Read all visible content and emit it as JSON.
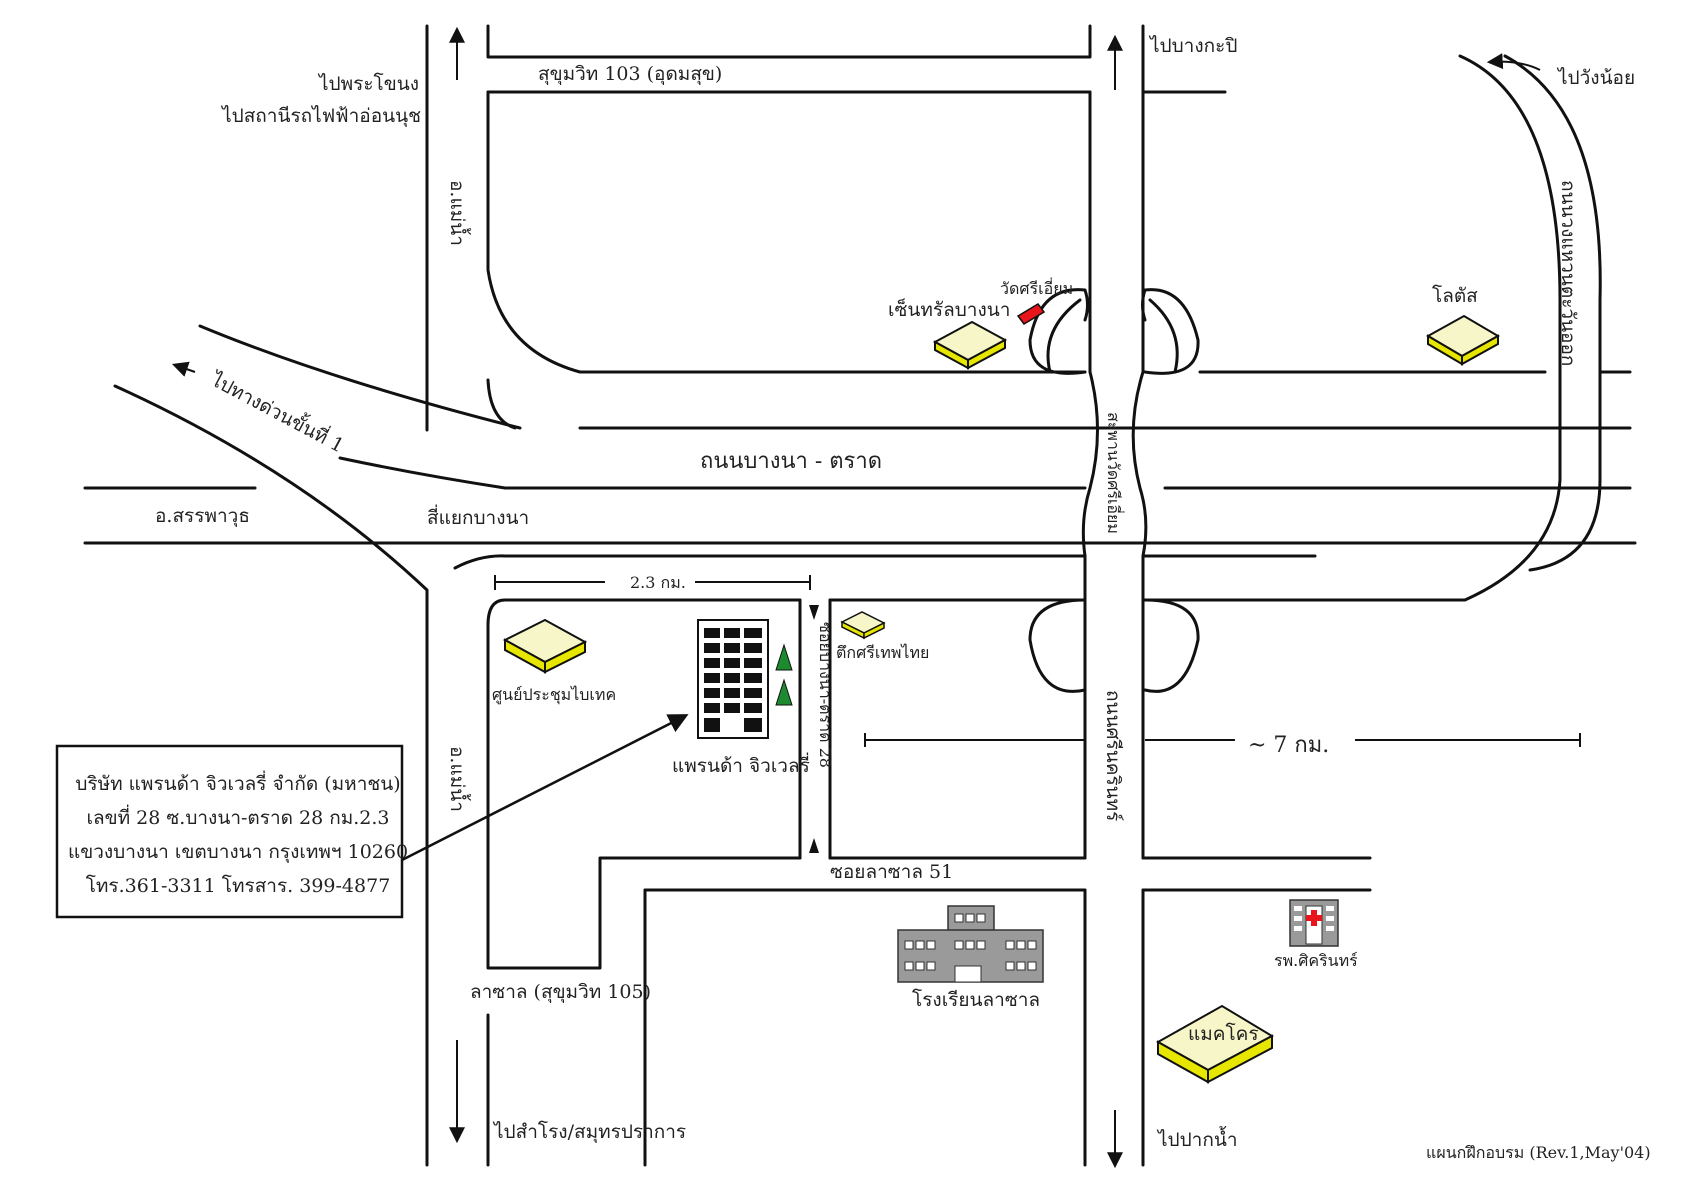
{
  "labels": {
    "to_phra_khanong": "ไปพระโขนง",
    "to_on_nut_station": "ไปสถานีรถไฟฟ้าอ่อนนุช",
    "sukhumvit_103": "สุขุมวิท 103 (อุดมสุข)",
    "to_bang_kapi": "ไปบางกะปิ",
    "to_wang_noi": "ไปวังน้อย",
    "eastern_ring_road": "ถนนวงแหวนตะวันออก",
    "lotus": "โลตัส",
    "central_bangna": "เซ็นทรัลบางนา",
    "wat_si_iam": "วัดศรีเอี่ยม",
    "to_expressway_1": "ไปทางด่วนขั้นที่ 1",
    "bangna_trat_road": "ถนนบางนา - ตราด",
    "wat_si_iam_bridge": "สะพานวัดศรีเอี่ยม",
    "amphoe_samrong": "อ.สรรพาวุธ",
    "bangna_intersection": "สี่แยกบางนา",
    "distance_2_3": "2.3 กม.",
    "soi_bangna_trat_28": "ซอยบางนา-ตราด 28",
    "srithepthai_building": "ตึกศรีเทพไทย",
    "bitec": "ศูนย์ประชุมไบเทค",
    "pranda_jewelry": "แพรนด้า จิวเวลรี่",
    "si_nakharin_road": "ถนนศรีนครินทร์",
    "distance_7": "~ 7 กม.",
    "soi_lasalle_51": "ซอยลาซาล 51",
    "lasalle_sukhumvit_105": "ลาซาล (สุขุมวิท 105)",
    "lasalle_school": "โรงเรียนลาซาล",
    "sikarin_hospital": "รพ.ศิครินทร์",
    "makro": "แมคโคร",
    "to_samrong": "ไปสำโรง/สมุทรปราการ",
    "to_pak_nam": "ไปปากน้ำ",
    "mae_nam_upper": "อ.แม่น้ำ",
    "mae_nam_lower": "อ.แม่น้ำ",
    "footer": "แผนกฝึกอบรม (Rev.1,May'04)"
  },
  "address": {
    "line1": "บริษัท แพรนด้า จิวเวลรี่ จำกัด (มหาชน)",
    "line2": "เลขที่ 28 ซ.บางนา-ตราด 28 กม.2.3",
    "line3": "แขวงบางนา เขตบางนา กรุงเทพฯ 10260",
    "line4": "โทร.361-3311 โทรสาร. 399-4877"
  },
  "colors": {
    "road_line": "#111111",
    "building_top": "#f6f6c8",
    "building_side": "#e6e600",
    "temple": "#e8161b",
    "school": "#9a9a9a",
    "hospital_cross": "#e8161b",
    "tree": "#1c8a2e"
  }
}
